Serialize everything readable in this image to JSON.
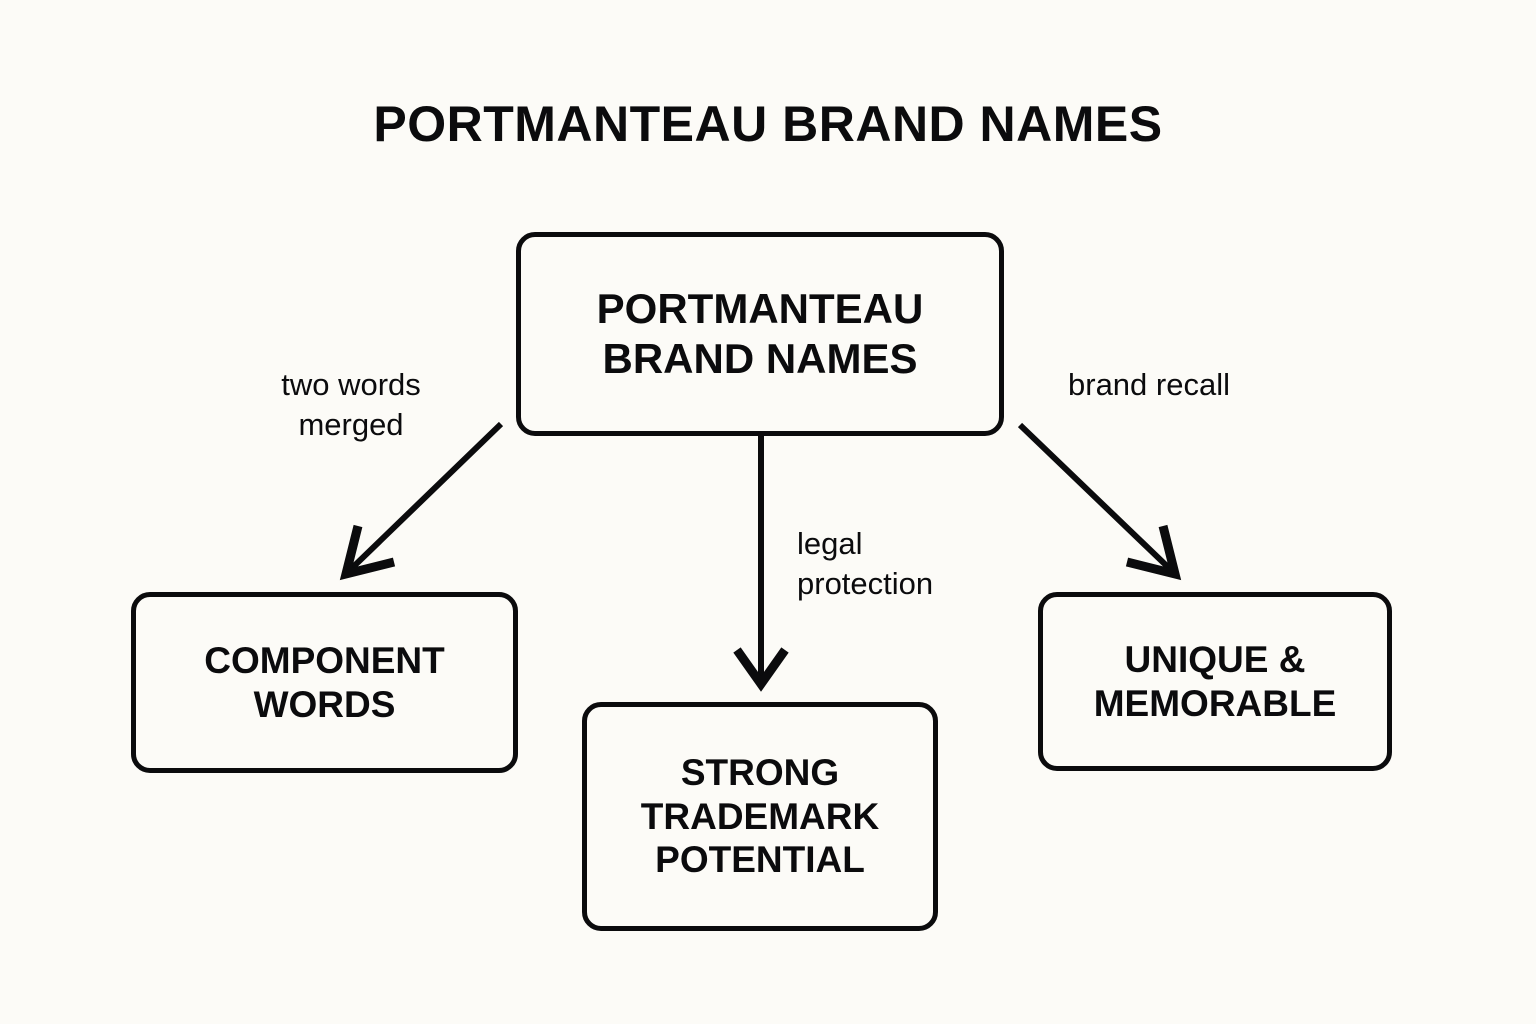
{
  "diagram": {
    "type": "flowchart",
    "title": "PORTMANTEAU BRAND NAMES",
    "background_color": "#FCFBF7",
    "stroke_color": "#0B0B0D",
    "nodes": {
      "root": {
        "label": "PORTMANTEAU\nBRAND NAMES"
      },
      "left": {
        "label": "COMPONENT\nWORDS"
      },
      "center": {
        "label": "STRONG\nTRADEMARK\nPOTENTIAL"
      },
      "right": {
        "label": "UNIQUE &\nMEMORABLE"
      }
    },
    "edges": [
      {
        "from": "root",
        "to": "left",
        "label": "two words\nmerged",
        "arrow": "open-v",
        "direction": "down-left"
      },
      {
        "from": "root",
        "to": "center",
        "label": "legal\nprotection",
        "arrow": "open-v",
        "direction": "down"
      },
      {
        "from": "root",
        "to": "right",
        "label": "brand recall",
        "arrow": "open-v",
        "direction": "down-right"
      }
    ]
  }
}
